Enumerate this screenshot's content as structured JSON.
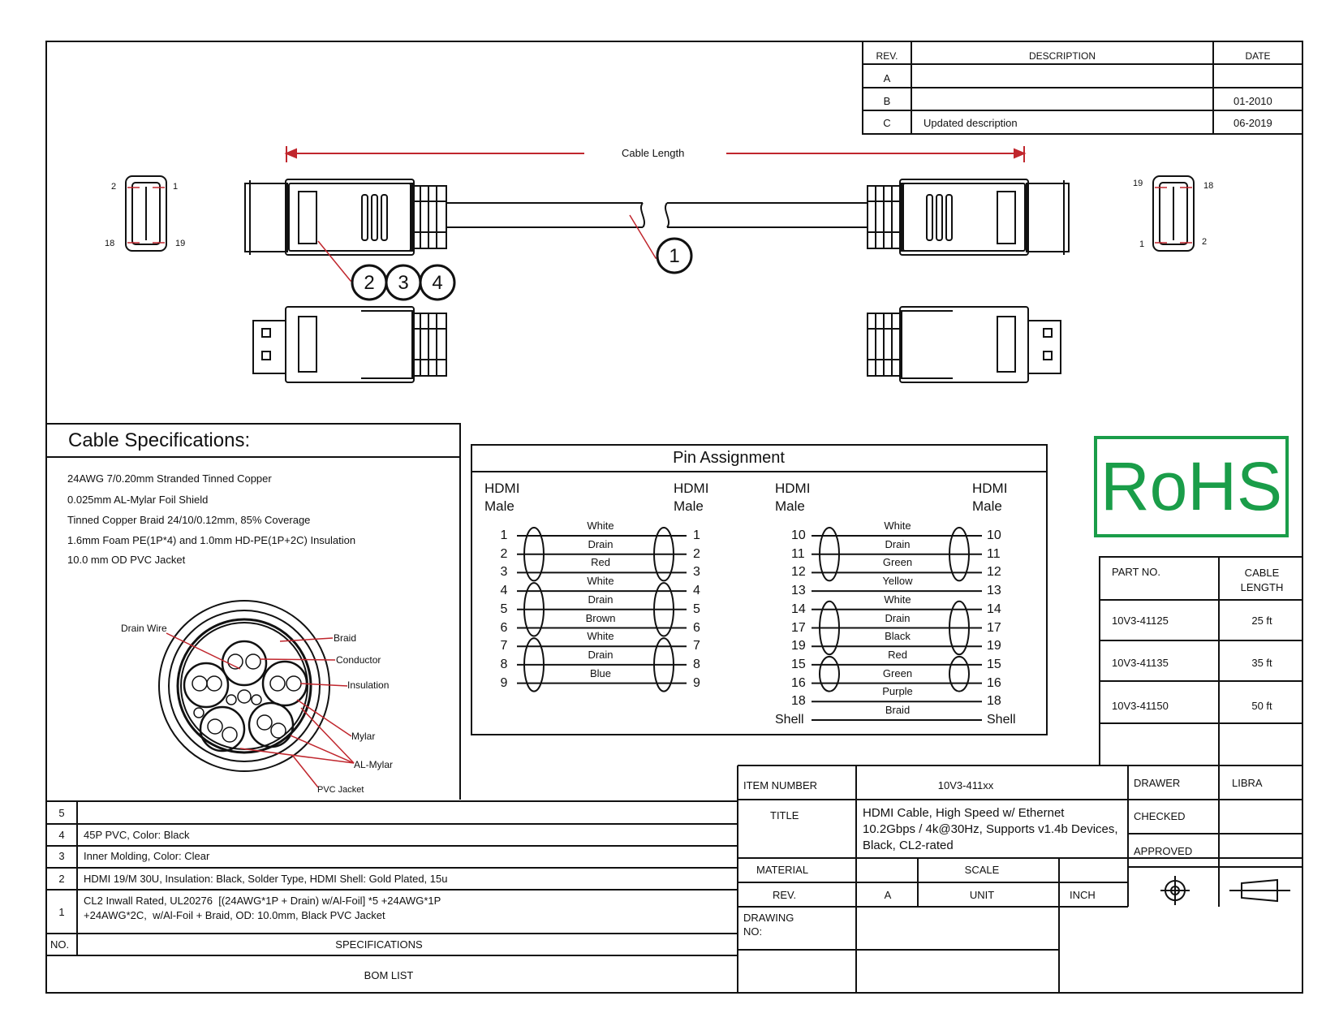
{
  "revision_table": {
    "headers": {
      "rev": "REV.",
      "description": "DESCRIPTION",
      "date": "DATE"
    },
    "rows": [
      {
        "rev": "A",
        "description": "",
        "date": ""
      },
      {
        "rev": "B",
        "description": "",
        "date": "01-2010"
      },
      {
        "rev": "C",
        "description": "Updated description",
        "date": "06-2019"
      }
    ]
  },
  "drawing": {
    "cable_length_label": "Cable Length",
    "callouts": [
      "1",
      "2",
      "3",
      "4"
    ],
    "connector_left_pins": {
      "top_left": "2",
      "top_right": "1",
      "bottom_left": "18",
      "bottom_right": "19"
    },
    "connector_right_pins": {
      "top_left": "19",
      "top_right": "18",
      "bottom_left": "1",
      "bottom_right": "2"
    },
    "colors": {
      "line": "#111111",
      "dimension": "#c0262d",
      "rohs": "#1a9d49"
    }
  },
  "cable_specs": {
    "title": "Cable Specifications:",
    "lines": [
      "24AWG 7/0.20mm Stranded Tinned Copper",
      "0.025mm AL-Mylar Foil Shield",
      "Tinned Copper Braid 24/10/0.12mm, 85% Coverage",
      "1.6mm Foam PE(1P*4)   and 1.0mm HD-PE(1P+2C) Insulation",
      "10.0 mm OD PVC Jacket"
    ],
    "cross_section_labels": {
      "drain_wire": "Drain Wire",
      "braid": "Braid",
      "conductor": "Conductor",
      "insulation": "Insulation",
      "mylar": "Mylar",
      "al_mylar": "AL-Mylar",
      "pvc_jacket": "PVC Jacket"
    }
  },
  "pin_assignment": {
    "title": "Pin Assignment",
    "col_header": "HDMI\nMale",
    "left_group": [
      {
        "pin": "1",
        "wire": "White"
      },
      {
        "pin": "2",
        "wire": "Drain"
      },
      {
        "pin": "3",
        "wire": "Red"
      },
      {
        "pin": "4",
        "wire": "White"
      },
      {
        "pin": "5",
        "wire": "Drain"
      },
      {
        "pin": "6",
        "wire": "Brown"
      },
      {
        "pin": "7",
        "wire": "White"
      },
      {
        "pin": "8",
        "wire": "Drain"
      },
      {
        "pin": "9",
        "wire": "Blue"
      }
    ],
    "right_group": [
      {
        "pin": "10",
        "wire": "White"
      },
      {
        "pin": "11",
        "wire": "Drain"
      },
      {
        "pin": "12",
        "wire": "Green"
      },
      {
        "pin": "13",
        "wire": "Yellow"
      },
      {
        "pin": "14",
        "wire": "White"
      },
      {
        "pin": "17",
        "wire": "Drain"
      },
      {
        "pin": "19",
        "wire": "Black"
      },
      {
        "pin": "15",
        "wire": "Red"
      },
      {
        "pin": "16",
        "wire": "Green"
      },
      {
        "pin": "18",
        "wire": "Purple"
      },
      {
        "pin": "Shell",
        "wire": "Braid"
      }
    ]
  },
  "rohs": "RoHS",
  "part_table": {
    "headers": {
      "part_no": "PART NO.",
      "cable_length": "CABLE\nLENGTH"
    },
    "rows": [
      {
        "part_no": "10V3-41125",
        "length": "25 ft"
      },
      {
        "part_no": "10V3-41135",
        "length": "35 ft"
      },
      {
        "part_no": "10V3-41150",
        "length": "50 ft"
      }
    ]
  },
  "bom": {
    "rows": [
      {
        "no": "5",
        "spec": ""
      },
      {
        "no": "4",
        "spec": "45P PVC, Color: Black"
      },
      {
        "no": "3",
        "spec": "Inner Molding, Color: Clear"
      },
      {
        "no": "2",
        "spec": "HDMI 19/M 30U, Insulation: Black, Solder Type, HDMI Shell: Gold Plated, 15u"
      },
      {
        "no": "1",
        "spec": "CL2 Inwall Rated, UL20276  [(24AWG*1P + Drain) w/Al-Foil] *5 +24AWG*1P\n+24AWG*2C,  w/Al-Foil + Braid, OD: 10.0mm, Black PVC Jacket"
      }
    ],
    "header_no": "NO.",
    "header_spec": "SPECIFICATIONS",
    "footer": "BOM LIST"
  },
  "title_block": {
    "item_number_label": "ITEM NUMBER",
    "item_number": "10V3-411xx",
    "title_label": "TITLE",
    "title": "HDMI Cable, High Speed w/ Ethernet\n10.2Gbps / 4k@30Hz, Supports v1.4b Devices,\nBlack, CL2-rated",
    "material_label": "MATERIAL",
    "scale_label": "SCALE",
    "rev_label": "REV.",
    "rev_value": "A",
    "unit_label": "UNIT",
    "unit_value": "INCH",
    "drawing_no_label": "DRAWING\nNO:",
    "drawer_label": "DRAWER",
    "drawer_value": "LIBRA",
    "checked_label": "CHECKED",
    "approved_label": "APPROVED"
  }
}
